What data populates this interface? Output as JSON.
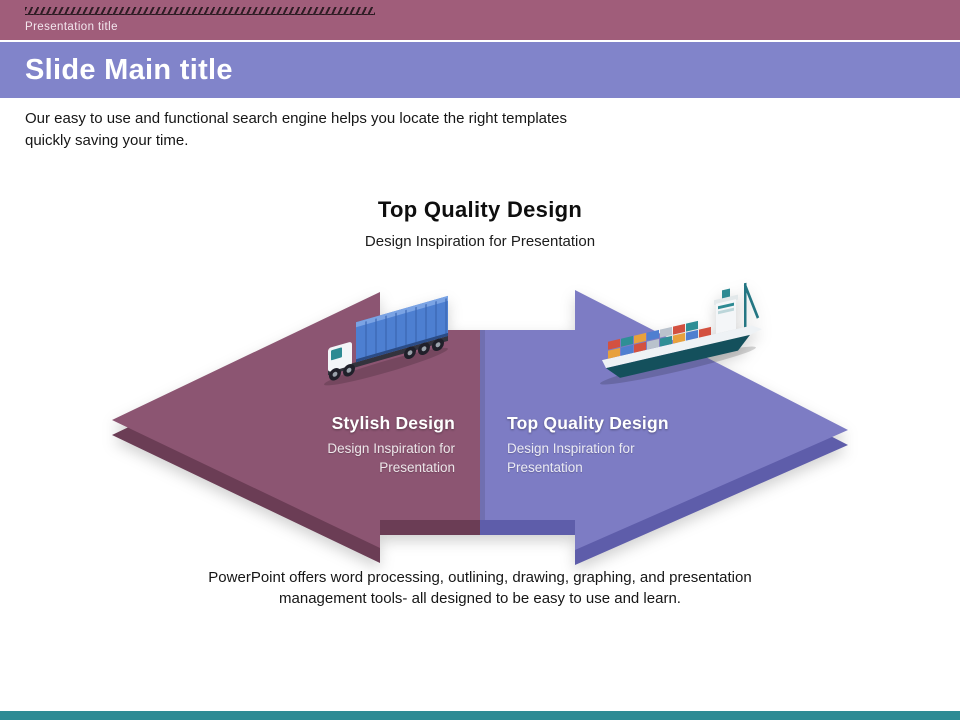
{
  "top_bar": {
    "label": "Presentation title"
  },
  "header": {
    "title": "Slide Main title"
  },
  "intro": {
    "text": "Our easy to use and functional search engine helps you locate the right templates quickly saving your time."
  },
  "section": {
    "title": "Top Quality Design",
    "subtitle": "Design Inspiration for Presentation"
  },
  "diagram": {
    "left": {
      "title": "Stylish Design",
      "subtitle": "Design Inspiration for Presentation",
      "icon": "truck-icon",
      "color": "#8c5572",
      "shade": "#6b3d55"
    },
    "right": {
      "title": "Top Quality Design",
      "subtitle": "Design Inspiration for Presentation",
      "icon": "ship-icon",
      "color": "#7d7cc4",
      "shade": "#5e5daa"
    }
  },
  "footer": {
    "text": "PowerPoint offers word processing, outlining, drawing, graphing, and presentation management tools- all designed to be easy to use and learn."
  },
  "colors": {
    "top_bar": "#a05d7a",
    "header_band": "#8184ca",
    "bottom_bar": "#2e8b94"
  }
}
